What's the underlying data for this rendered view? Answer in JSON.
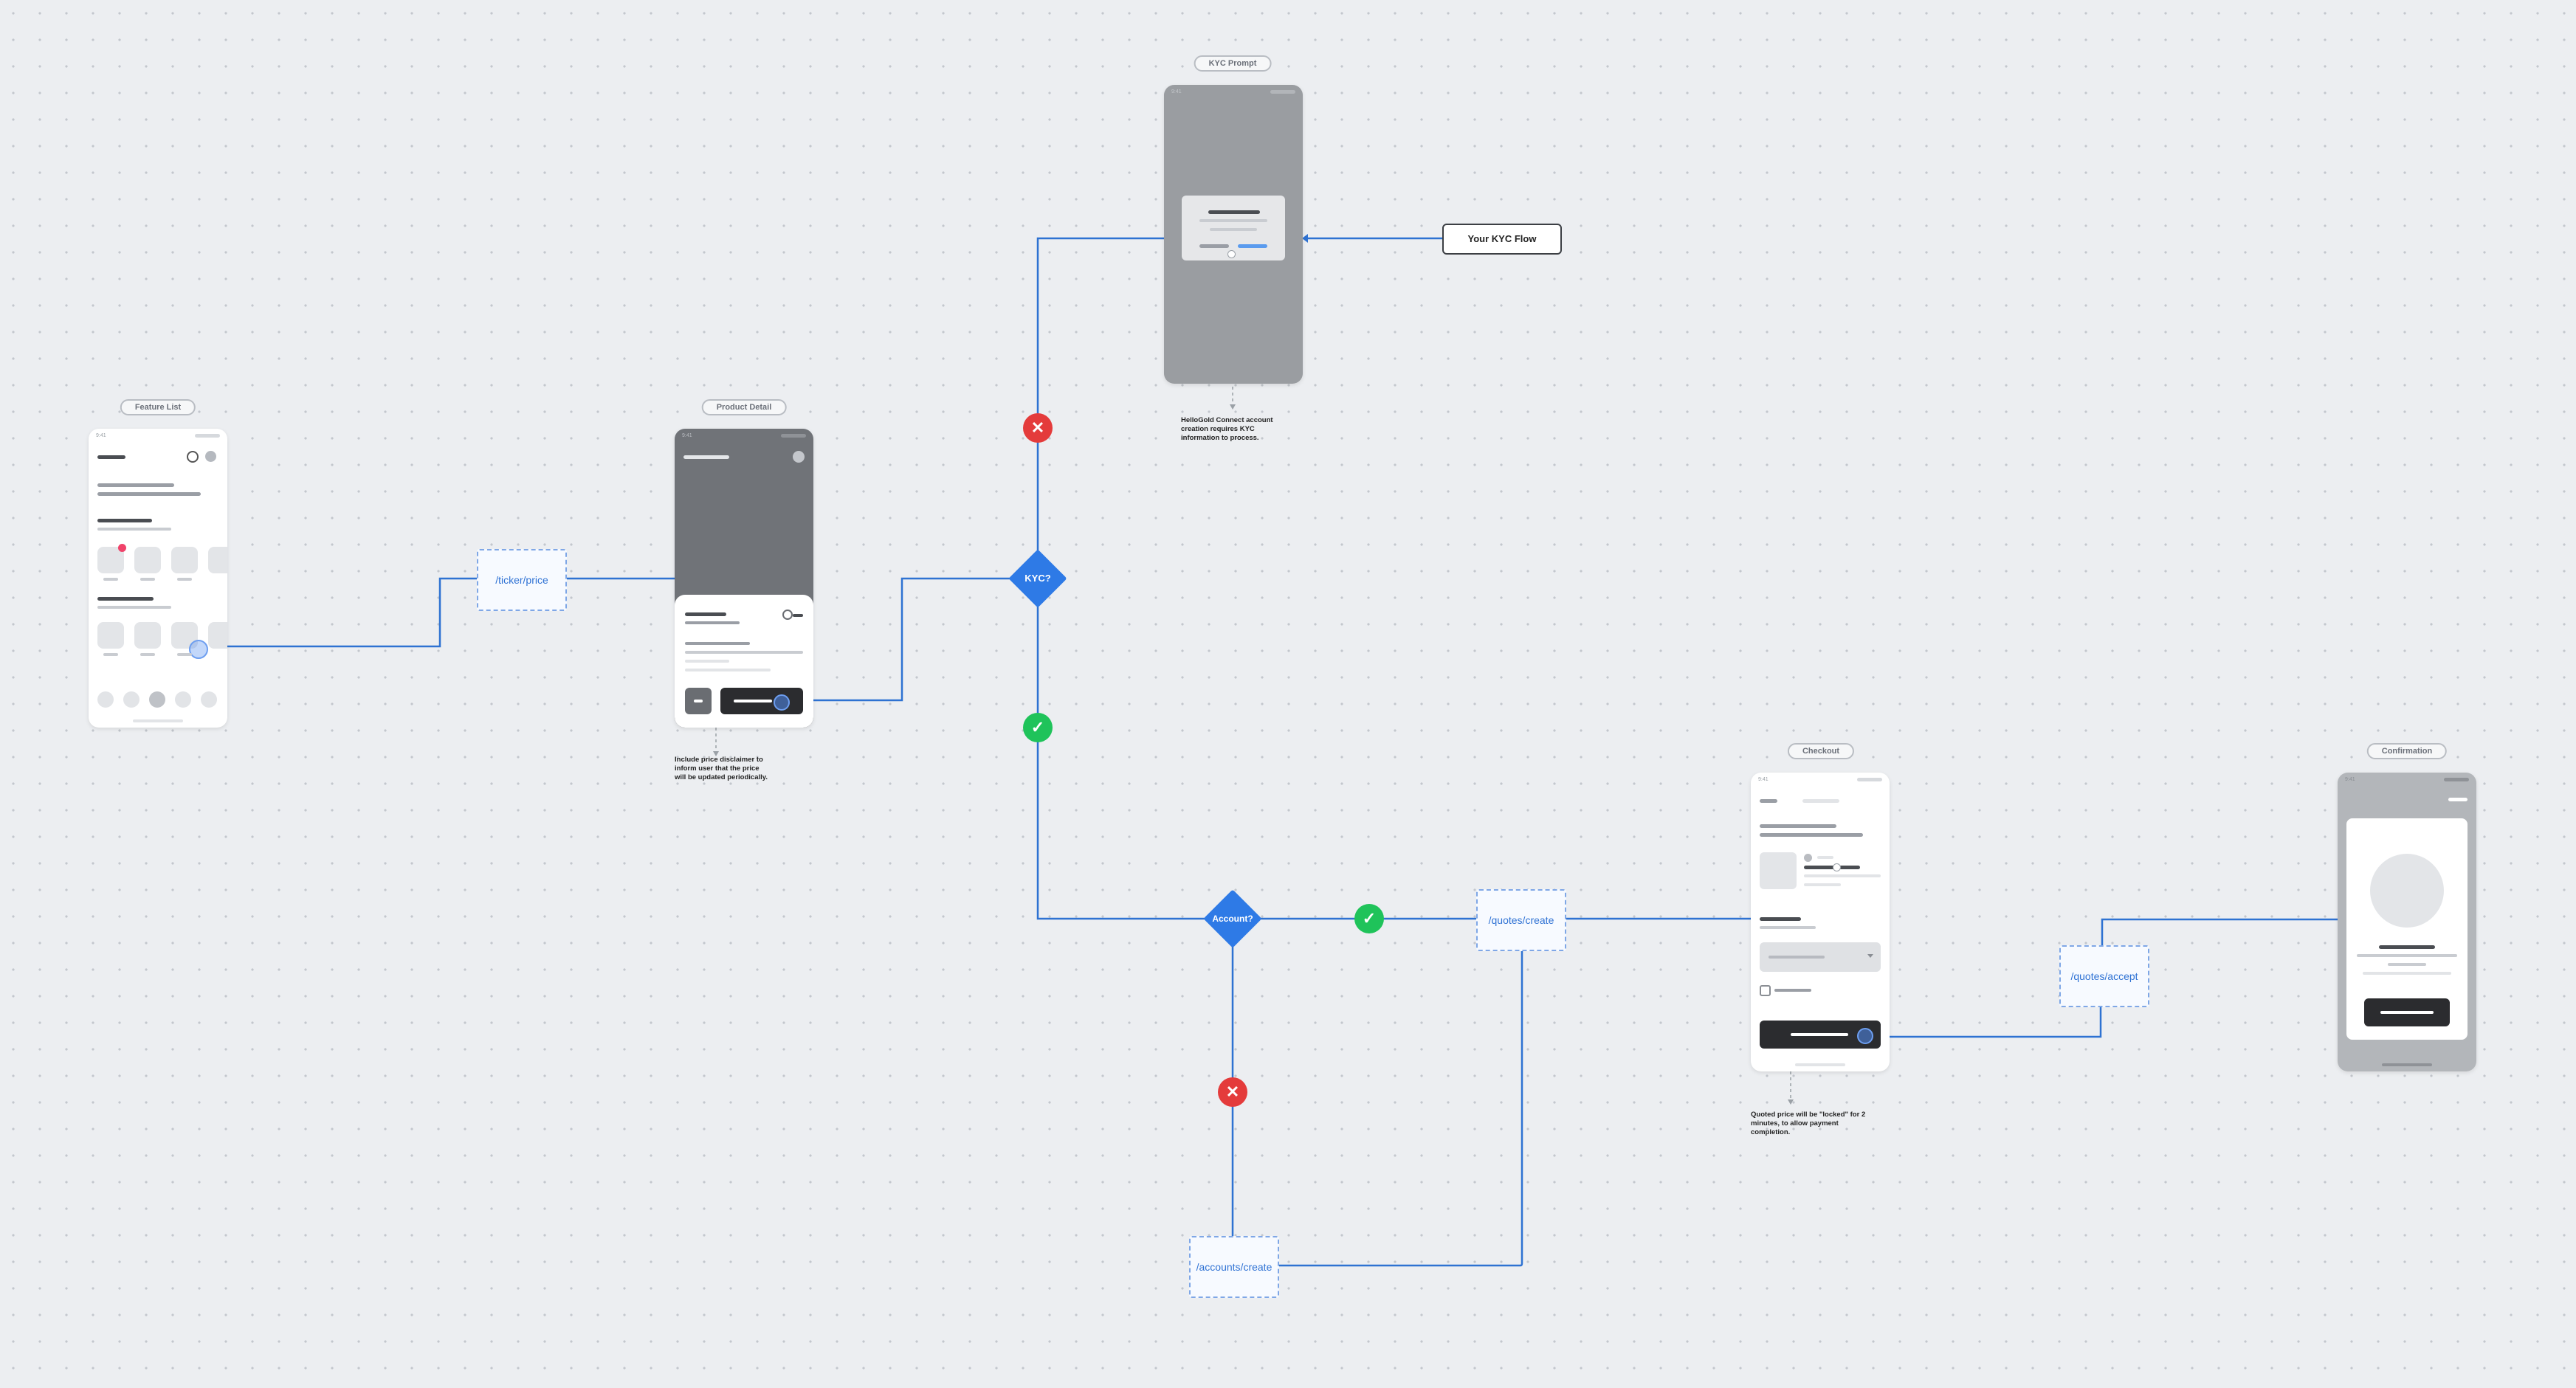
{
  "screens": {
    "feature_list": "Feature List",
    "product_detail": "Product Detail",
    "kyc_prompt": "KYC Prompt",
    "checkout": "Checkout",
    "confirmation": "Confirmation"
  },
  "endpoints": {
    "ticker_price": "/ticker/price",
    "quotes_create": "/quotes/create",
    "quotes_accept": "/quotes/accept",
    "accounts_create": "/accounts/create"
  },
  "decisions": {
    "kyc": "KYC?",
    "account": "Account?"
  },
  "badges": {
    "no_icon": "✕",
    "yes_icon": "✓"
  },
  "flows": {
    "your_kyc_flow": "Your KYC Flow"
  },
  "notes": {
    "kyc_note": "HelloGold Connect account creation requires KYC information to process.",
    "price_disclaimer": "Include price disclaimer to inform user that the price will be updated periodically.",
    "quote_lock": "Quoted price will be \"locked\" for 2 minutes, to allow payment completion."
  },
  "colors": {
    "connector": "#2e72d2",
    "decision": "#2e7ae6",
    "no": "#e43b3b",
    "yes": "#1fc35a",
    "background": "#eceef1"
  }
}
